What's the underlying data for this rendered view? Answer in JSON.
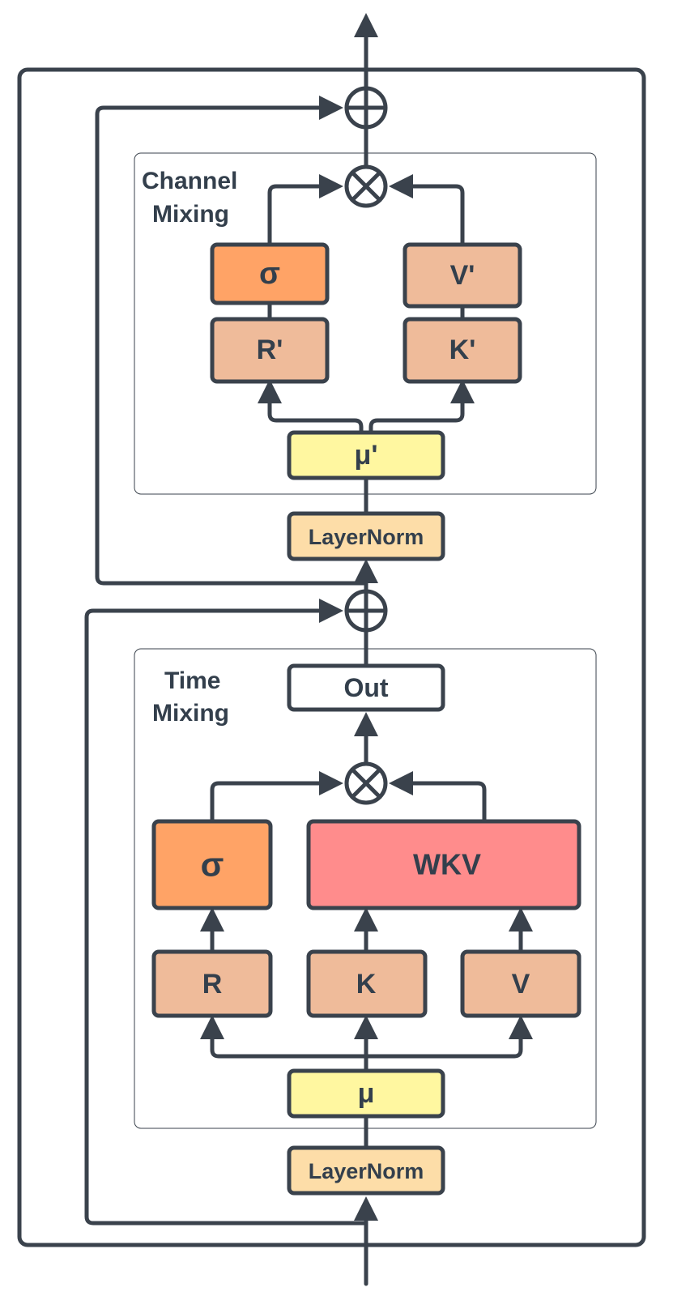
{
  "groups": {
    "channel_mixing": {
      "line1": "Channel",
      "line2": "Mixing"
    },
    "time_mixing": {
      "line1": "Time",
      "line2": "Mixing"
    }
  },
  "nodes": {
    "sigma_top": "σ",
    "v_prime": "V'",
    "r_prime": "R'",
    "k_prime": "K'",
    "mu_prime": "μ'",
    "layernorm_top": "LayerNorm",
    "out": "Out",
    "sigma_bottom": "σ",
    "wkv": "WKV",
    "r": "R",
    "k": "K",
    "v": "V",
    "mu": "μ",
    "layernorm_bottom": "LayerNorm"
  },
  "colors": {
    "sigma": "#ffa366",
    "rkv": "#efbb9a",
    "wkv": "#ff8c8c",
    "mu": "#fff7a0",
    "layernorm": "#fddda8",
    "out": "#ffffff",
    "stroke": "#3a424c"
  }
}
